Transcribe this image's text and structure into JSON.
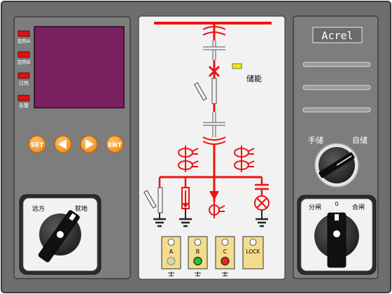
{
  "brand": "Acrel",
  "colors": {
    "panel_outer": "#6f6f6f",
    "panel_inner": "#7b7b7b",
    "lcd": "#7a2060",
    "led_red": "#e01010",
    "busbar_red": "#ee1111",
    "btn_orange": "#f59a2b",
    "indicator_bg": "#f3dc8e",
    "storage_led": "#f5e600"
  },
  "left_panel": {
    "leds": [
      {
        "label": "加热A"
      },
      {
        "label": "加热B"
      },
      {
        "label": "过热"
      },
      {
        "label": "告警"
      }
    ],
    "buttons": [
      {
        "label": "SET",
        "icon": "set-icon"
      },
      {
        "label": "",
        "icon": "arrow-left-icon"
      },
      {
        "label": "",
        "icon": "arrow-right-icon"
      },
      {
        "label": "ENT",
        "icon": "ent-icon"
      }
    ],
    "selector": {
      "left_label": "远方",
      "right_label": "就地"
    }
  },
  "center_panel": {
    "storage_label": "储能",
    "indicators": [
      {
        "label": "A",
        "lamp_color": "#d8d8a0"
      },
      {
        "label": "B",
        "lamp_color": "#22cc22"
      },
      {
        "label": "C",
        "lamp_color": "#ee2222"
      },
      {
        "label": "LOCK",
        "lamp_color": ""
      }
    ]
  },
  "right_panel": {
    "energy_switch": {
      "left_label": "手储",
      "right_label": "自储"
    },
    "control_switch": {
      "left_label": "分闸",
      "center_label": "0",
      "right_label": "合闸"
    }
  }
}
